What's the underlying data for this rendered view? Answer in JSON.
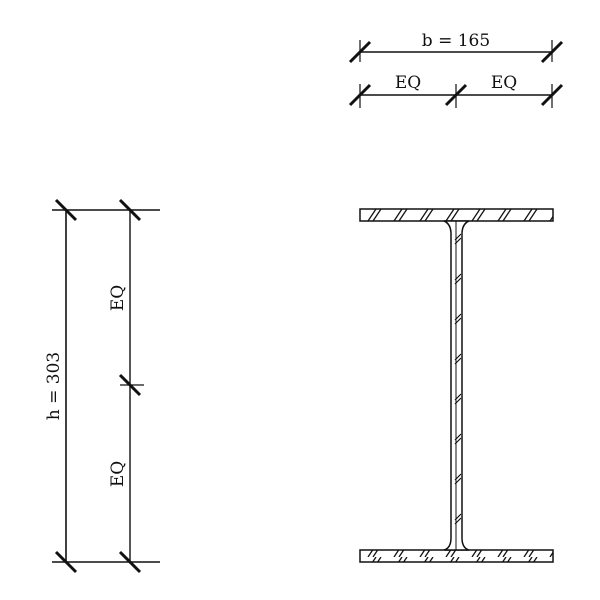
{
  "dimensions": {
    "width_label": "b = 165",
    "width_half_left": "EQ",
    "width_half_right": "EQ",
    "height_label": "h = 303",
    "height_half_top": "EQ",
    "height_half_bottom": "EQ"
  },
  "colors": {
    "line": "#111111",
    "background": "#ffffff"
  }
}
